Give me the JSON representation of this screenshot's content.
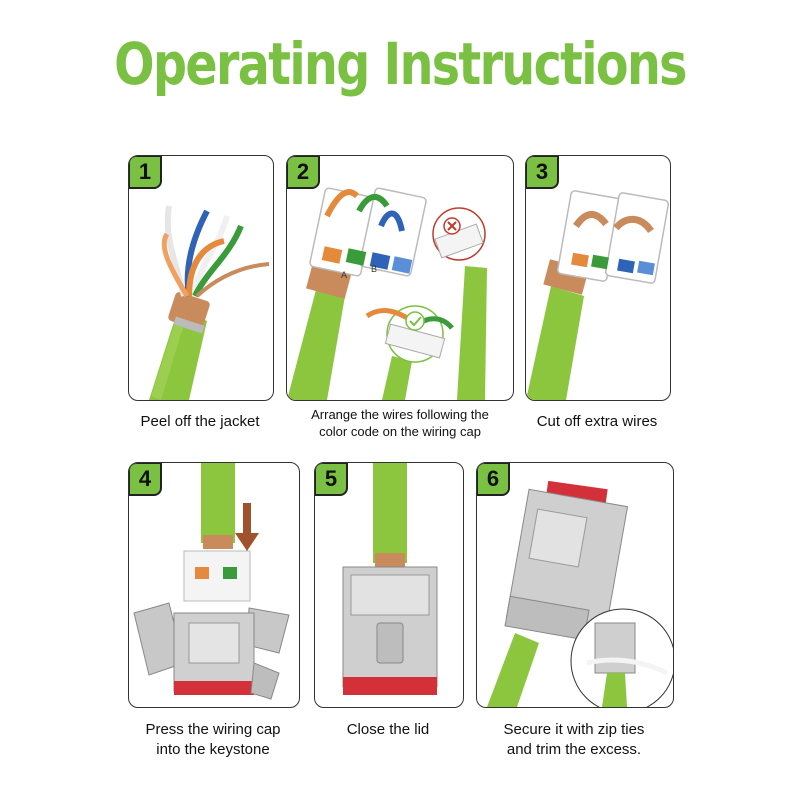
{
  "title": "Operating Instructions",
  "steps": [
    {
      "number": "1",
      "caption_line1": "Peel off the jacket",
      "caption_line2": ""
    },
    {
      "number": "2",
      "caption_line1": "Arrange the wires following the",
      "caption_line2": "color code on the wiring cap"
    },
    {
      "number": "3",
      "caption_line1": "Cut off extra wires",
      "caption_line2": ""
    },
    {
      "number": "4",
      "caption_line1": "Press the wiring cap",
      "caption_line2": "into the keystone"
    },
    {
      "number": "5",
      "caption_line1": "Close the lid",
      "caption_line2": ""
    },
    {
      "number": "6",
      "caption_line1": "Secure it with zip ties",
      "caption_line2": "and trim the excess."
    }
  ],
  "labels": {
    "a": "A",
    "b": "B"
  },
  "colors": {
    "accent": "#7ac143",
    "cable": "#8cc63f",
    "lid_red": "#d4303a"
  }
}
